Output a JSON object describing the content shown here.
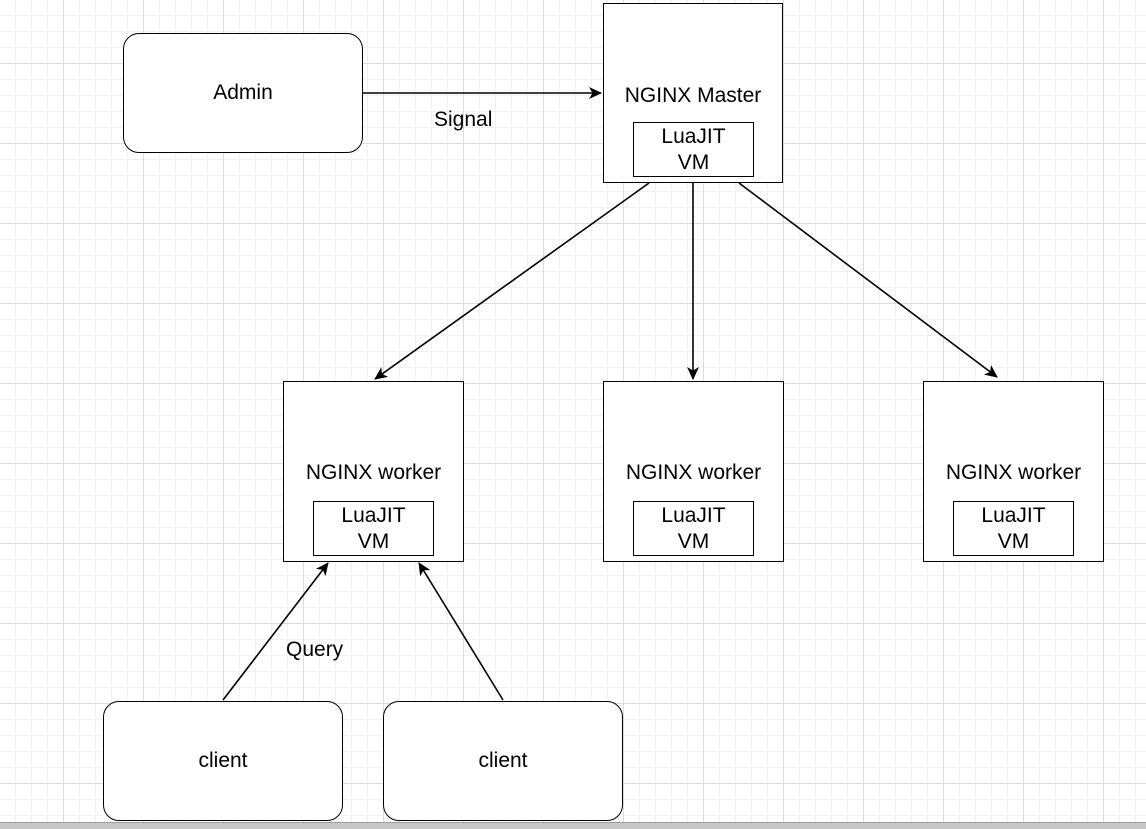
{
  "admin": {
    "label": "Admin"
  },
  "signal": {
    "label": "Signal"
  },
  "query": {
    "label": "Query"
  },
  "master": {
    "title": "NGINX Master",
    "vm_line1": "LuaJIT",
    "vm_line2": "VM"
  },
  "workers": [
    {
      "title": "NGINX worker",
      "vm_line1": "LuaJIT",
      "vm_line2": "VM"
    },
    {
      "title": "NGINX worker",
      "vm_line1": "LuaJIT",
      "vm_line2": "VM"
    },
    {
      "title": "NGINX worker",
      "vm_line1": "LuaJIT",
      "vm_line2": "VM"
    }
  ],
  "clients": [
    {
      "label": "client"
    },
    {
      "label": "client"
    }
  ]
}
